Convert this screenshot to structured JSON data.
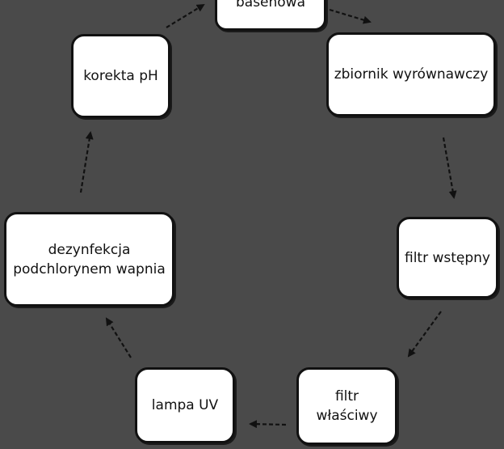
{
  "nodes": {
    "top": "basenowa",
    "zbiornik": "zbiornik wyrównawczy",
    "filtr_wstepny": "filtr wstępny",
    "filtr_wlasciwy": "filtr\nwłaściwy",
    "lampa": "lampa UV",
    "dezynfekcja": "dezynfekcja\npodchlorynem wapnia",
    "korekta": "korekta pH"
  },
  "colors": {
    "background": "#4a4a4a",
    "box_fill": "#ffffff",
    "box_border": "#111111",
    "arrow": "#111111"
  }
}
